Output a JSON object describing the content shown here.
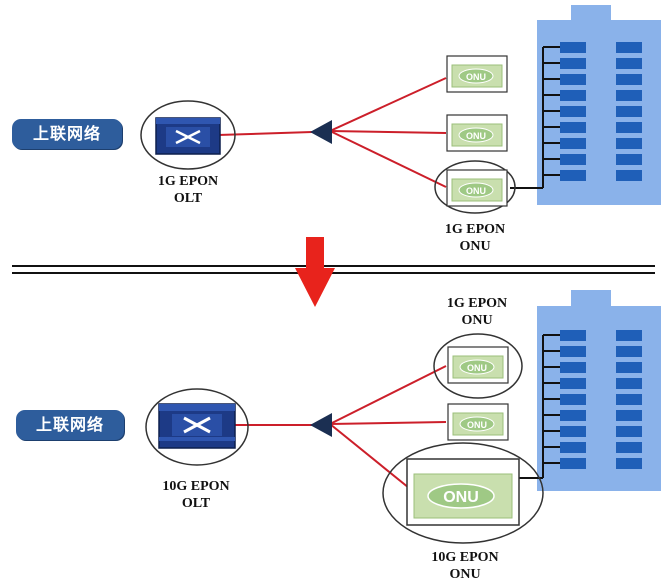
{
  "colors": {
    "uplink_box": "#2e5d9c",
    "fiber": "#cc1f2a",
    "splitter": "#1b2f52",
    "building": "#8ab2ea",
    "window": "#1f5fb8",
    "arrow": "#e8231c",
    "onu_face": "#c9dfae"
  },
  "top": {
    "uplink": "上联网络",
    "olt_caption": [
      "1G EPON",
      "OLT"
    ],
    "onu_caption": [
      "1G EPON",
      "ONU"
    ],
    "onu_labels": [
      "ONU",
      "ONU",
      "ONU"
    ]
  },
  "bottom": {
    "uplink": "上联网络",
    "olt_caption": [
      "10G EPON",
      "OLT"
    ],
    "onu_top_caption": [
      "1G EPON",
      "ONU"
    ],
    "onu_bottom_caption": [
      "10G EPON",
      "ONU"
    ],
    "onu_labels": [
      "ONU",
      "ONU",
      "ONU"
    ]
  },
  "icons": [
    "switch-icon",
    "splitter-icon",
    "onu-icon",
    "building-icon",
    "down-arrow-icon"
  ]
}
